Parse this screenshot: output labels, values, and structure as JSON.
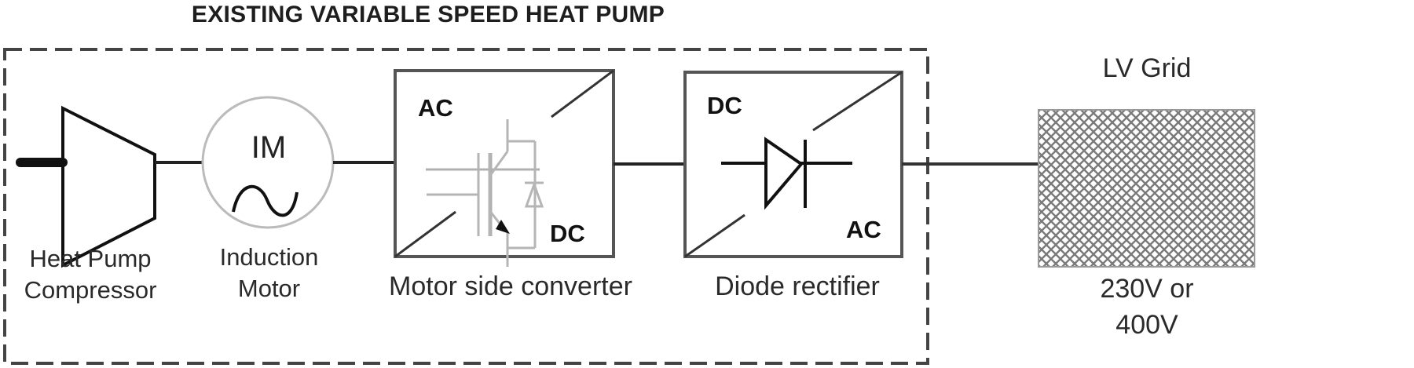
{
  "diagram": {
    "title": "EXISTING VARIABLE SPEED HEAT PUMP",
    "components": [
      {
        "id": "compressor",
        "label_line1": "Heat Pump",
        "label_line2": "Compressor"
      },
      {
        "id": "motor",
        "symbol_text": "IM",
        "label_line1": "Induction",
        "label_line2": "Motor"
      },
      {
        "id": "msc",
        "top_left": "AC",
        "bottom_right": "DC",
        "label": "Motor side converter"
      },
      {
        "id": "rectifier",
        "top_left": "DC",
        "bottom_right": "AC",
        "label": "Diode rectifier"
      },
      {
        "id": "grid",
        "title": "LV Grid",
        "label_line1": "230V or",
        "label_line2": "400V"
      }
    ],
    "connections": [
      [
        "compressor",
        "motor"
      ],
      [
        "motor",
        "msc"
      ],
      [
        "msc",
        "rectifier"
      ],
      [
        "rectifier",
        "grid"
      ]
    ],
    "colors": {
      "line": "#1a1a1a",
      "box_border": "#555555",
      "dashed_border": "#444444",
      "igbt_symbol": "#b0b0b0",
      "grid_hatch": "#7a7a7a"
    }
  }
}
